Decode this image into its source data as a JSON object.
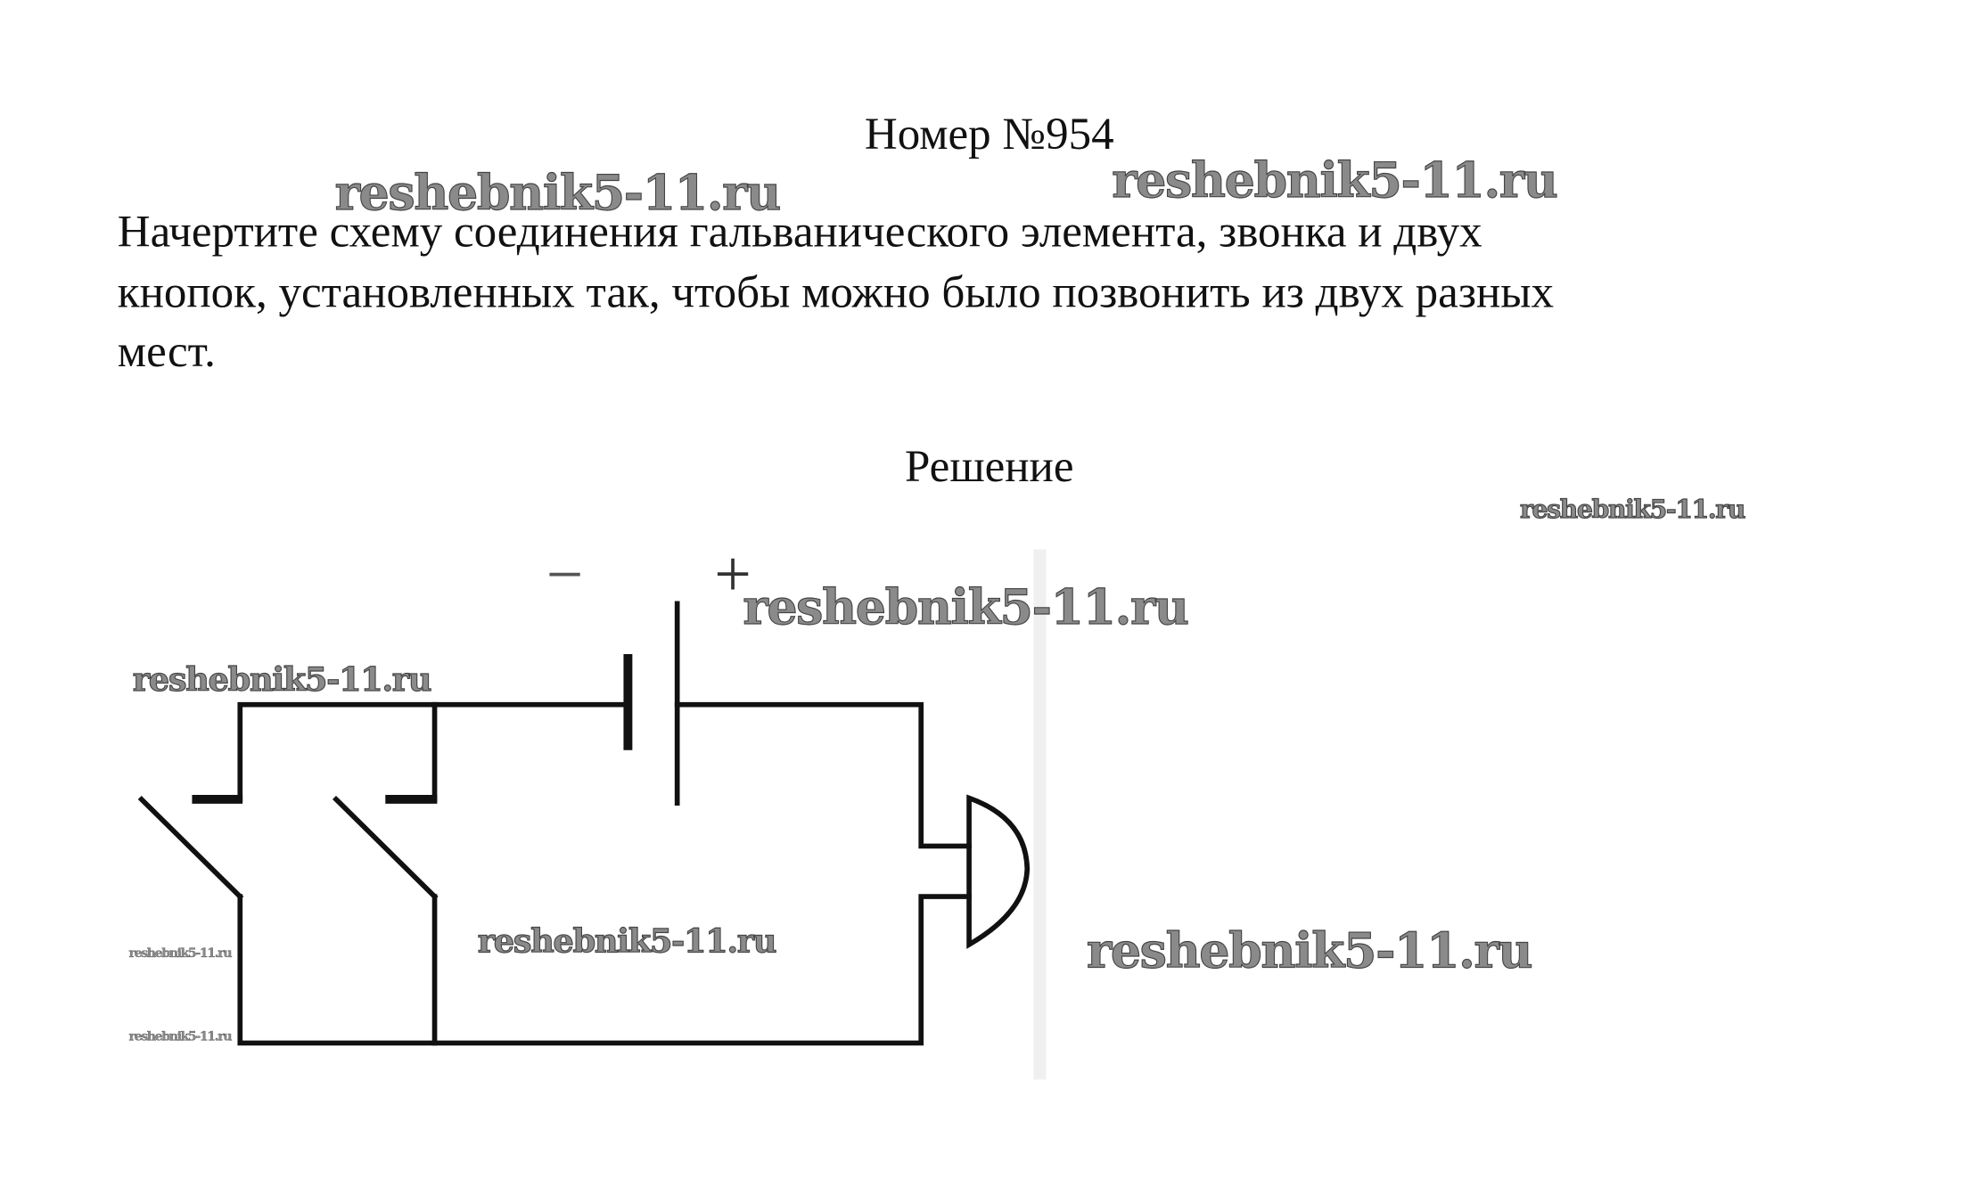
{
  "title": "Номер №954",
  "problem_lines": [
    "Начертите схему соединения гальванического элемента, звонка и двух",
    "кнопок, установленных так, чтобы можно было позвонить из двух разных",
    "мест."
  ],
  "solution_heading": "Решение",
  "diagram": {
    "minus_label": "−",
    "plus_label": "+"
  },
  "watermark": "reshebnik5-11.ru"
}
